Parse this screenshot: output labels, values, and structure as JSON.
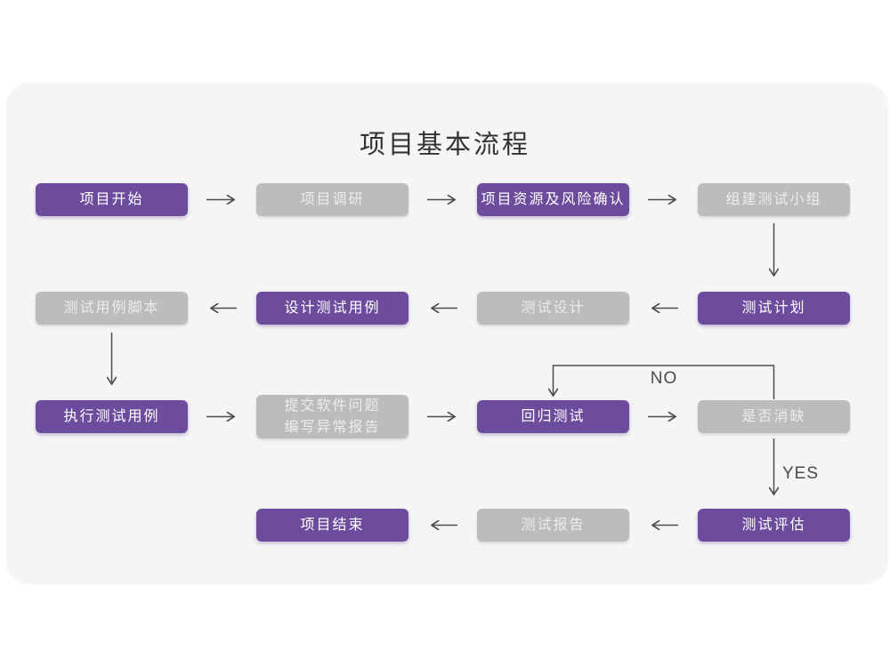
{
  "title": "项目基本流程",
  "colors": {
    "node_purple": "#6D4C9E",
    "node_gray": "#BCBCBC",
    "card_background": "#F5F5F6",
    "page_background": "#FFFFFF",
    "arrow": "#4D4D4D",
    "title_text": "#333333"
  },
  "decision": {
    "no_label": "NO",
    "yes_label": "YES"
  },
  "nodes": [
    {
      "id": "project-start",
      "label": "项目开始",
      "variant": "purple"
    },
    {
      "id": "project-research",
      "label": "项目调研",
      "variant": "gray"
    },
    {
      "id": "resource-risk",
      "label": "项目资源及风险确认",
      "variant": "purple"
    },
    {
      "id": "build-team",
      "label": "组建测试小组",
      "variant": "gray"
    },
    {
      "id": "test-plan",
      "label": "测试计划",
      "variant": "purple"
    },
    {
      "id": "test-design",
      "label": "测试设计",
      "variant": "gray"
    },
    {
      "id": "design-cases",
      "label": "设计测试用例",
      "variant": "purple"
    },
    {
      "id": "case-scripts",
      "label": "测试用例脚本",
      "variant": "gray"
    },
    {
      "id": "execute-cases",
      "label": "执行测试用例",
      "variant": "purple"
    },
    {
      "id": "submit-issues",
      "label": "提交软件问题\n编写异常报告",
      "variant": "gray"
    },
    {
      "id": "regression-test",
      "label": "回归测试",
      "variant": "purple"
    },
    {
      "id": "defect-check",
      "label": "是否消缺",
      "variant": "gray"
    },
    {
      "id": "test-evaluate",
      "label": "测试评估",
      "variant": "purple"
    },
    {
      "id": "test-report",
      "label": "测试报告",
      "variant": "gray"
    },
    {
      "id": "project-end",
      "label": "项目结束",
      "variant": "purple"
    }
  ],
  "edges": [
    {
      "from": "project-start",
      "to": "project-research"
    },
    {
      "from": "project-research",
      "to": "resource-risk"
    },
    {
      "from": "resource-risk",
      "to": "build-team"
    },
    {
      "from": "build-team",
      "to": "test-plan"
    },
    {
      "from": "test-plan",
      "to": "test-design"
    },
    {
      "from": "test-design",
      "to": "design-cases"
    },
    {
      "from": "design-cases",
      "to": "case-scripts"
    },
    {
      "from": "case-scripts",
      "to": "execute-cases"
    },
    {
      "from": "execute-cases",
      "to": "submit-issues"
    },
    {
      "from": "submit-issues",
      "to": "regression-test"
    },
    {
      "from": "regression-test",
      "to": "defect-check"
    },
    {
      "from": "defect-check",
      "to": "regression-test",
      "label": "NO"
    },
    {
      "from": "defect-check",
      "to": "test-evaluate",
      "label": "YES"
    },
    {
      "from": "test-evaluate",
      "to": "test-report"
    },
    {
      "from": "test-report",
      "to": "project-end"
    }
  ]
}
